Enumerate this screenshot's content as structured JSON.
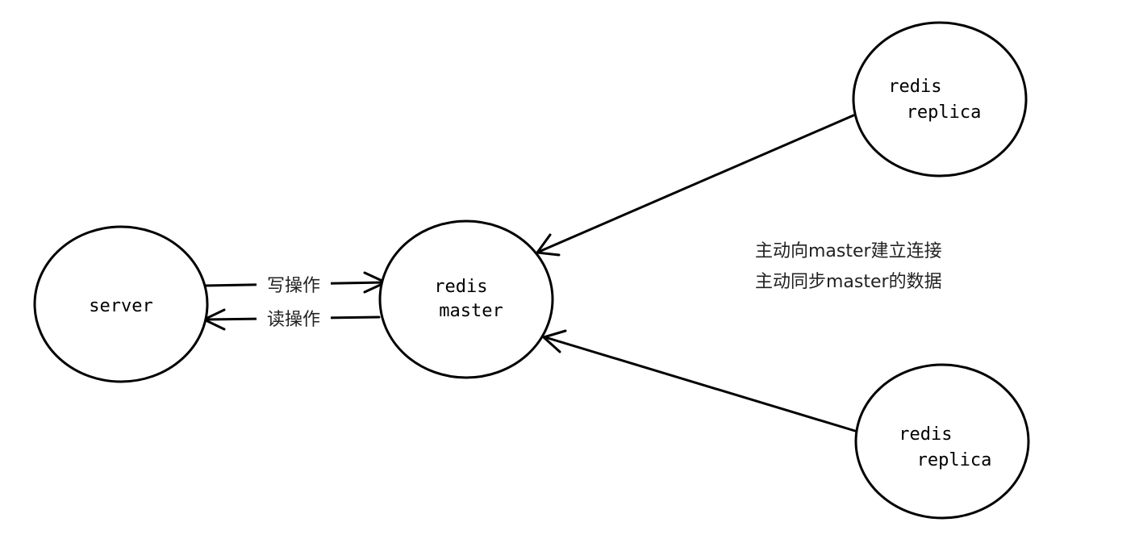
{
  "nodes": {
    "server": {
      "lines": [
        "server"
      ]
    },
    "master": {
      "lines": [
        "redis",
        "master"
      ]
    },
    "replica_top": {
      "lines": [
        "redis",
        "replica"
      ]
    },
    "replica_bottom": {
      "lines": [
        "redis",
        "replica"
      ]
    }
  },
  "edges": {
    "write": {
      "label": "写操作"
    },
    "read": {
      "label": "读操作"
    }
  },
  "note": {
    "lines": [
      "主动向master建立连接",
      "主动同步master的数据"
    ]
  },
  "colors": {
    "stroke": "#000000",
    "background": "#ffffff",
    "text": "#222222"
  }
}
